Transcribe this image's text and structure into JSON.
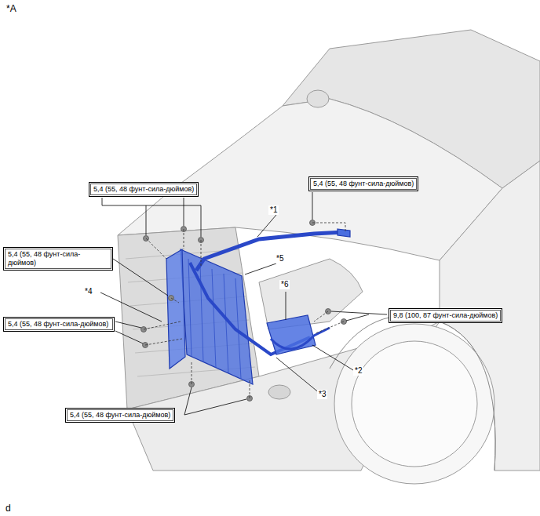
{
  "diagram": {
    "nodes": [
      {
        "text": [
          "5,4 (55, 48 фунт-сила-дюймов)"
        ]
      },
      {
        "text": [
          "5,4 (55, 48 фунт-сила-дюймов)"
        ]
      },
      {
        "text": [
          "5,4 (55, 48 фунт-сила-дюймов)"
        ]
      },
      {
        "text": [
          "9,8 (100, 87 фунт-сила-дюймов)"
        ]
      },
      {
        "text": [
          "5,4 (55, 48 фунт-сила-дюймов)"
        ]
      },
      {
        "text": [
          "5,4 (55, 48 фунт-сила-дюймов)"
        ]
      }
    ],
    "edges": [],
    "labels": [
      "*A",
      "*1",
      "*5",
      "*4",
      "*6",
      "*2",
      "*3",
      "d"
    ]
  }
}
